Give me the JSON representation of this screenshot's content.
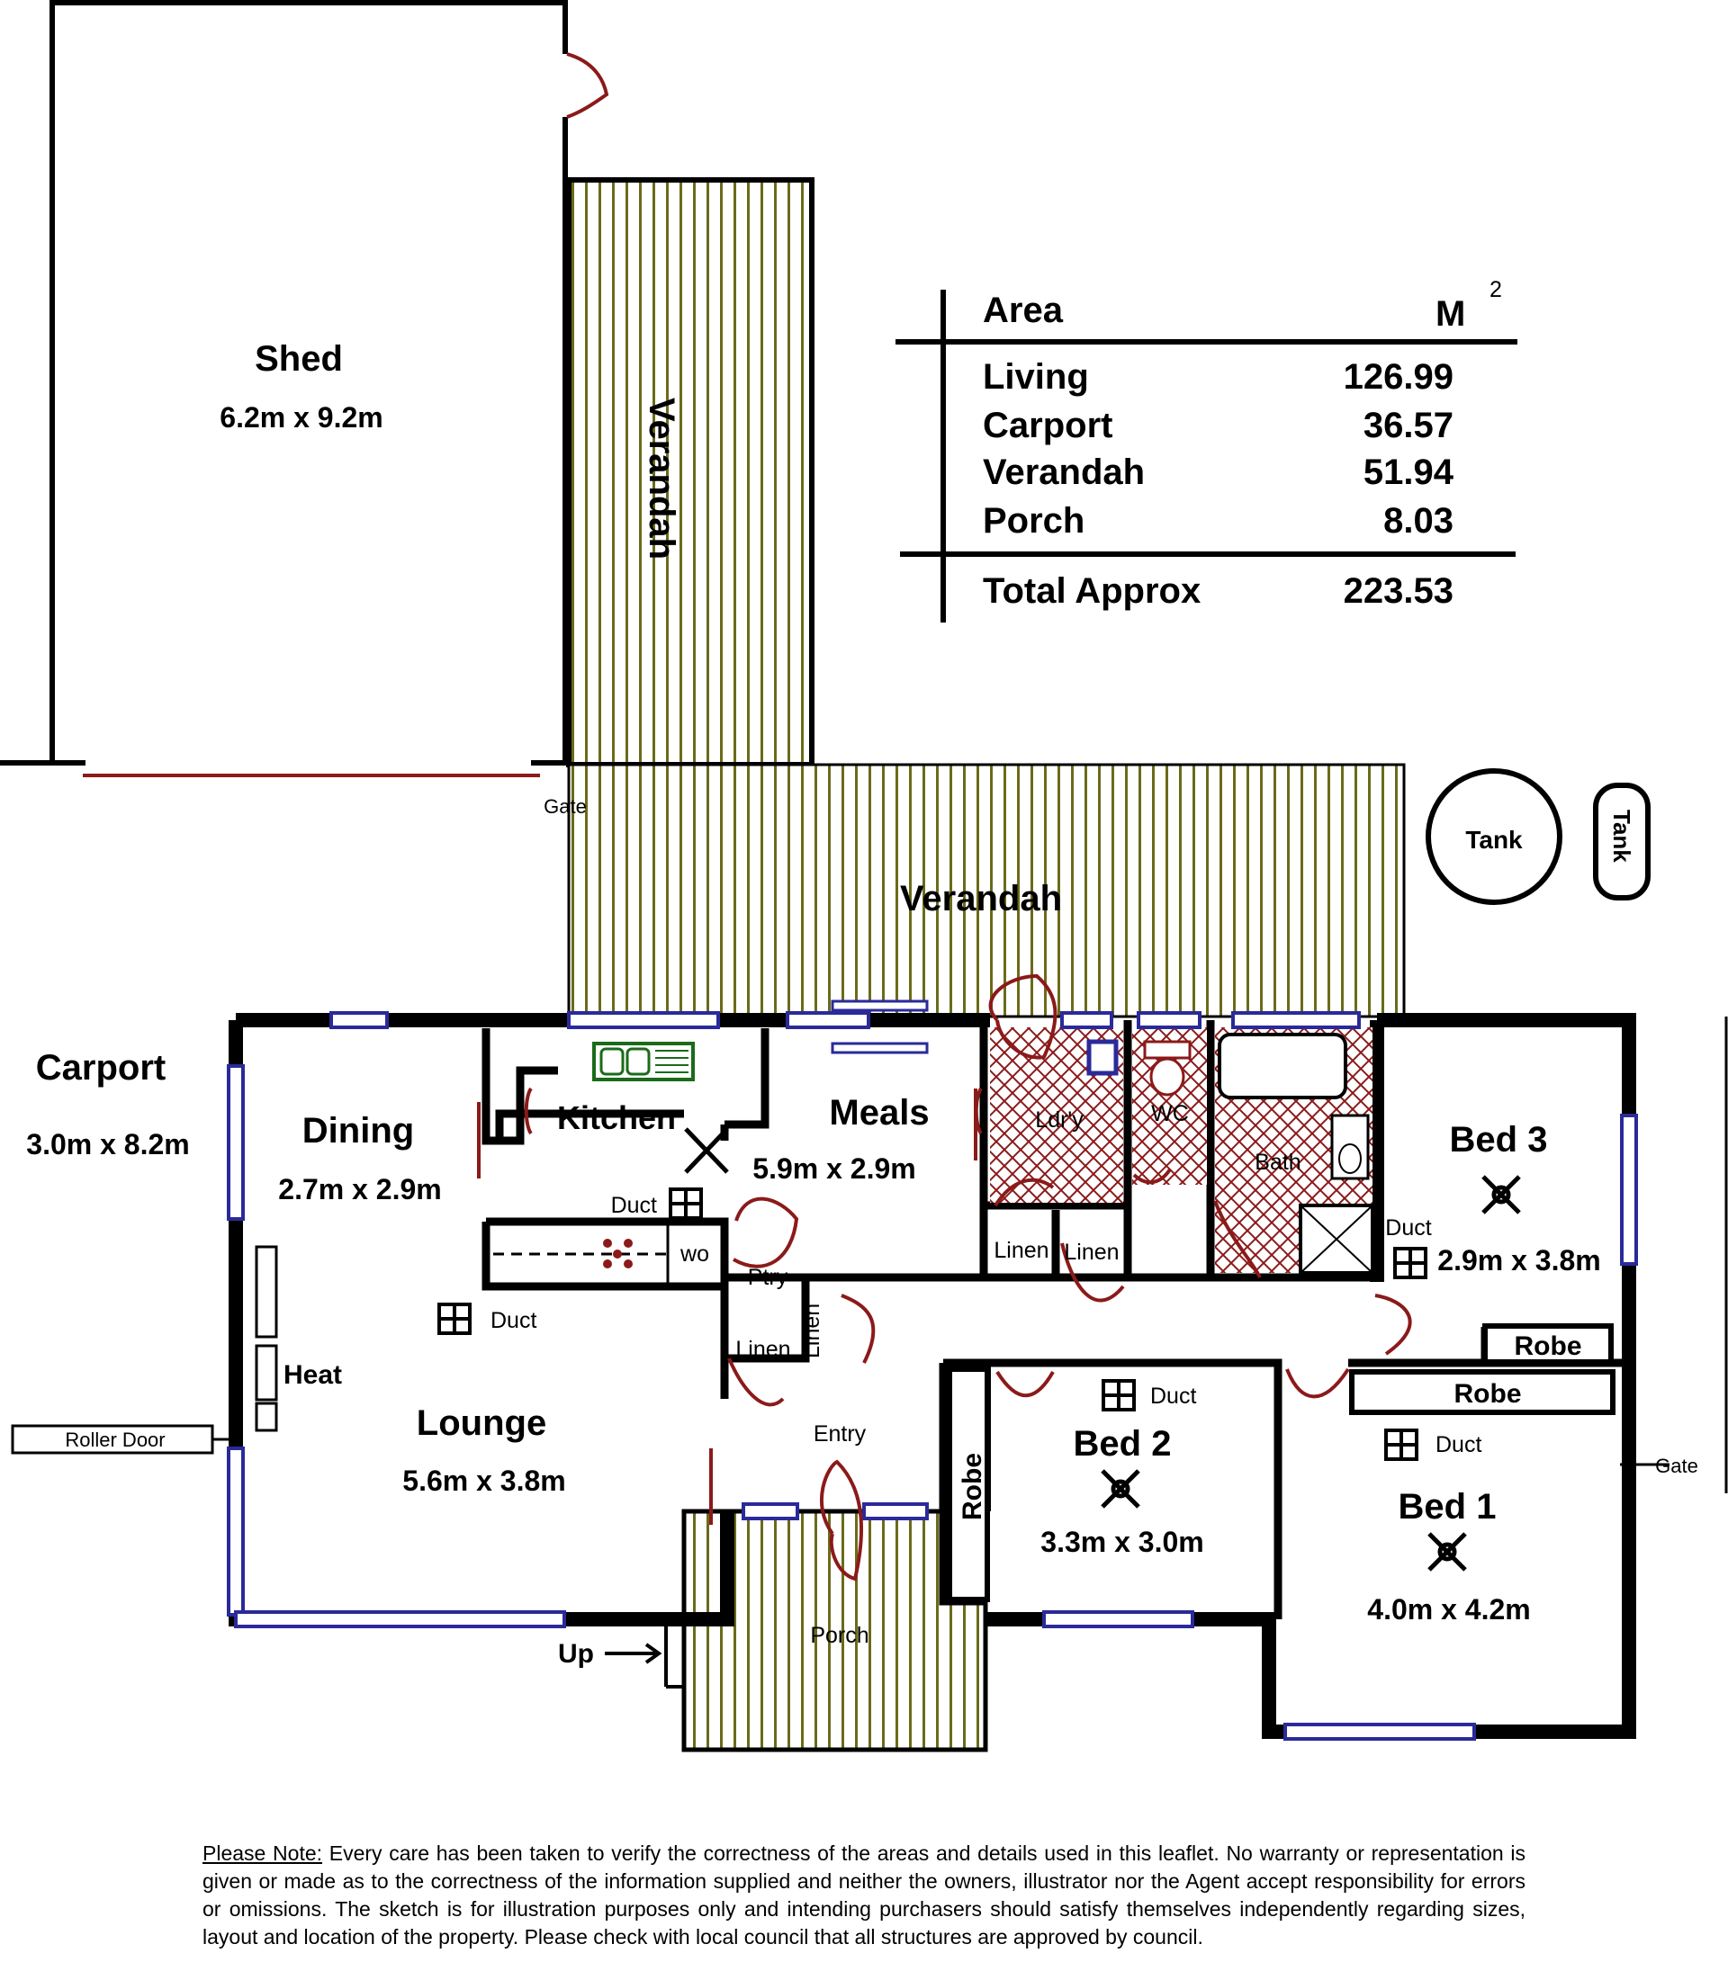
{
  "area_table": {
    "header_label": "Area",
    "header_unit": "M",
    "header_unit_sup": "2",
    "rows": [
      {
        "label": "Living",
        "value": "126.99"
      },
      {
        "label": "Carport",
        "value": "36.57"
      },
      {
        "label": "Verandah",
        "value": "51.94"
      },
      {
        "label": "Porch",
        "value": "8.03"
      }
    ],
    "total_label": "Total Approx",
    "total_value": "223.53"
  },
  "rooms": {
    "shed_name": "Shed",
    "shed_size": "6.2m x 9.2m",
    "verandah_side": "Verandah",
    "verandah_main": "Verandah",
    "carport_name": "Carport",
    "carport_size": "3.0m x 8.2m",
    "dining_name": "Dining",
    "dining_size": "2.7m x 2.9m",
    "kitchen_name": "Kitchen",
    "meals_name": "Meals",
    "meals_size": "5.9m x 2.9m",
    "lounge_name": "Lounge",
    "lounge_size": "5.6m x 3.8m",
    "bed1_name": "Bed 1",
    "bed1_size": "4.0m x 4.2m",
    "bed2_name": "Bed 2",
    "bed2_size": "3.3m x 3.0m",
    "bed3_name": "Bed 3",
    "bed3_size": "2.9m x 3.8m",
    "laundry": "Ldr'y",
    "wc": "WC",
    "bath": "Bath",
    "entry": "Entry",
    "porch": "Porch"
  },
  "fixtures": {
    "tank_round": "Tank",
    "tank_slim": "Tank",
    "gate_left": "Gate",
    "gate_right": "Gate",
    "roller_door": "Roller Door",
    "heat": "Heat",
    "up": "Up",
    "duct_kitchen": "Duct",
    "duct_lounge": "Duct",
    "duct_bed3": "Duct",
    "duct_bed2": "Duct",
    "duct_bed1": "Duct",
    "wo": "wo",
    "pantry": "Ptry",
    "linen_entry": "Linen",
    "linen_vertical": "Linen",
    "linen_hall_1": "Linen",
    "linen_hall_2": "Linen",
    "robe_bed3": "Robe",
    "robe_bed1": "Robe",
    "robe_bed2": "Robe"
  },
  "note": {
    "heading": "Please Note:",
    "body": "Every care has been taken to verify the correctness of the areas and details used in this leaflet. No warranty or representation is given or made as to the correctness of the information supplied and neither the owners, illustrator nor the Agent accept responsibility for errors or omissions. The sketch is for illustration purposes only and intending purchasers should satisfy themselves independently regarding sizes, layout and location of the property. Please check with local council that all structures are approved by council."
  },
  "colors": {
    "wall": "#000000",
    "window": "#2a2a9a",
    "door": "#8b1a1a",
    "deck_stripe": "#6b6b1a",
    "wet_area_hatch": "#8b1a1a"
  }
}
